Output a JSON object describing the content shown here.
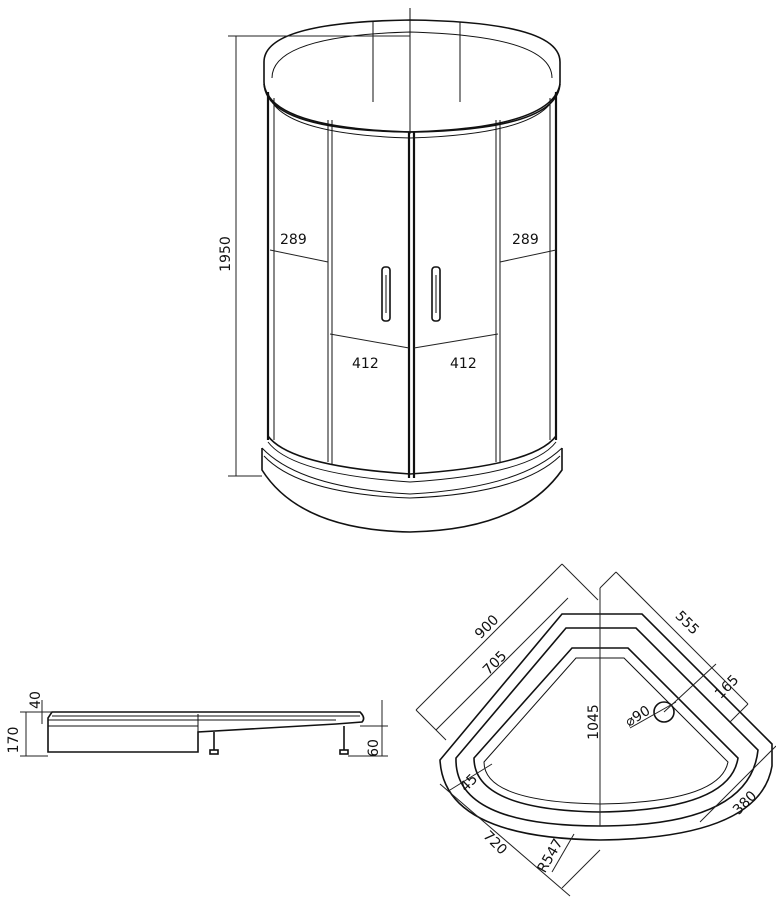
{
  "dimensions": {
    "height_total": "1950",
    "side_panel_left": "289",
    "side_panel_right": "289",
    "door_left": "412",
    "door_right": "412",
    "tray_height": "170",
    "tray_rim": "40",
    "tray_leg": "60",
    "tray_width": "900",
    "tray_inner_width": "705",
    "tray_arc_offset": "555",
    "drain_offset": "165",
    "drain_diameter": "⌀90",
    "tray_diagonal": "1045",
    "tray_border": "45",
    "tray_front": "720",
    "tray_radius": "R547",
    "tray_side": "380"
  },
  "colors": {
    "line": "#111111",
    "background": "#ffffff"
  }
}
